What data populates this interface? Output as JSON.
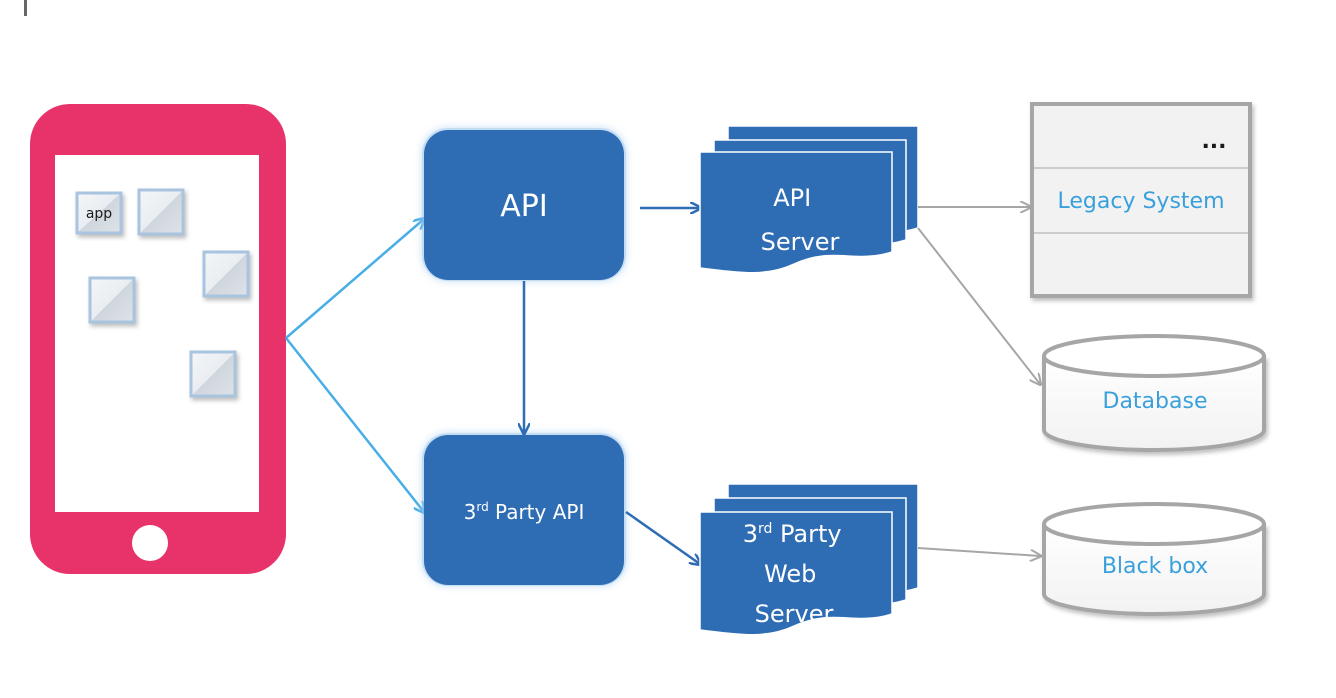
{
  "nodes": {
    "api": "API",
    "third_party_api": {
      "prefix": "3",
      "sup": "rd",
      "rest": " Party API"
    },
    "api_server": {
      "line1": "API",
      "line2": "Server"
    },
    "third_party_web_server": {
      "line1_prefix": "3",
      "line1_sup": "rd",
      "line1_rest": " Party",
      "line2": "Web",
      "line3": "Server"
    },
    "legacy_system": {
      "ellipsis": "...",
      "label": "Legacy System"
    },
    "database": "Database",
    "black_box": "Black box",
    "app_icon_label": "app"
  },
  "colors": {
    "phone": "#e8336a",
    "node_blue": "#2e6db4",
    "arrow_blue": "#4aaee6",
    "arrow_dark_blue": "#2e6db4",
    "arrow_gray": "#a6a6a6",
    "store_text": "#3aa0dc"
  }
}
